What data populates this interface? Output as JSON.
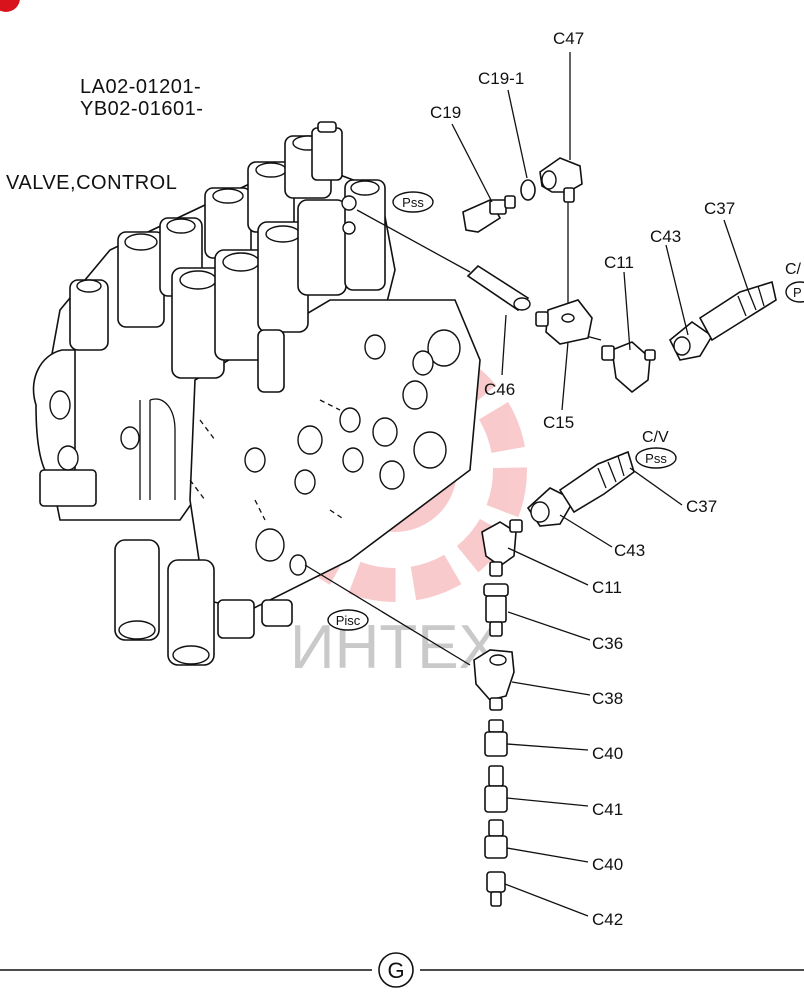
{
  "header": {
    "serial_1": "LA02-01201-",
    "serial_2": "YB02-01601-",
    "title": "VALVE,CONTROL"
  },
  "watermark": {
    "text": "ИНТЕХ"
  },
  "badge": {
    "text": ""
  },
  "port_labels": {
    "pss_top": "Pss",
    "pss_right": "Pss",
    "pisc": "Pisc",
    "cv": "C/V",
    "cv_cut": "C/",
    "p_cut": "P"
  },
  "part_labels": {
    "c47": "C47",
    "c19_1": "C19-1",
    "c19": "C19",
    "c37_top": "C37",
    "c43_top": "C43",
    "c11_top": "C11",
    "c46": "C46",
    "c15": "C15",
    "c37_mid": "C37",
    "c43_mid": "C43",
    "c11_mid": "C11",
    "c36": "C36",
    "c38": "C38",
    "c40_a": "C40",
    "c41": "C41",
    "c40_b": "C40",
    "c42": "C42"
  },
  "footer": {
    "section": "G"
  },
  "colors": {
    "ink": "#111111",
    "watermark": "#e8464a",
    "badge": "#d9131b"
  }
}
